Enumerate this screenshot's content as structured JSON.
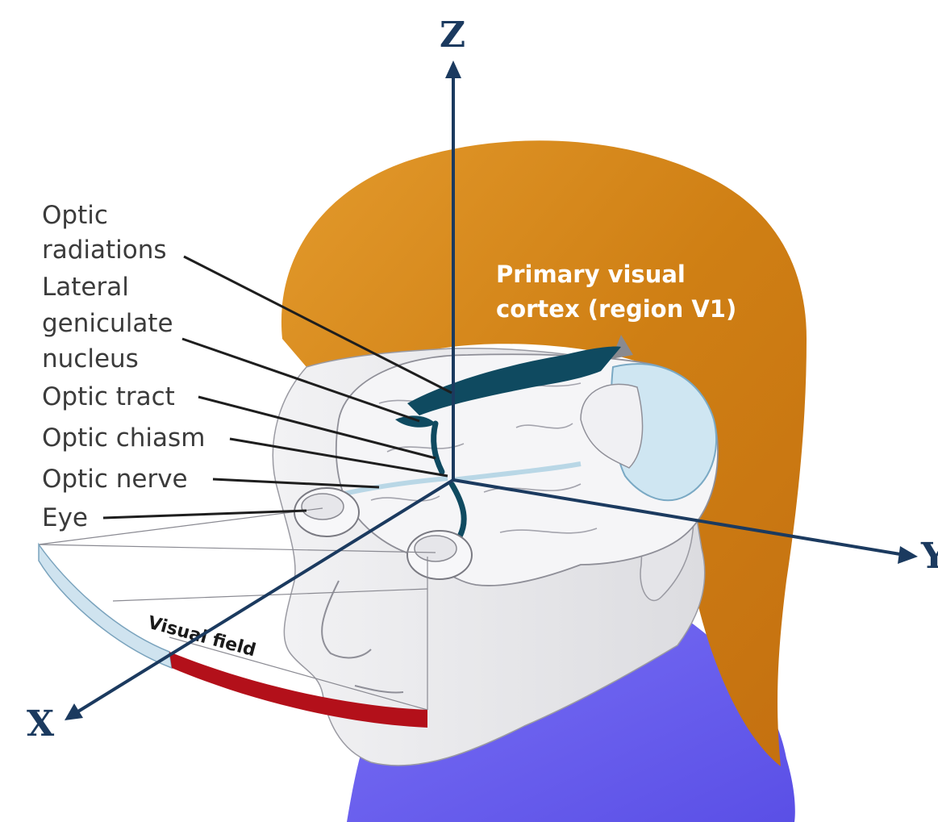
{
  "labels": {
    "optic_radiations": [
      "Optic",
      "radiations"
    ],
    "lateral_geniculate_nucleus": [
      "Lateral",
      "geniculate",
      "nucleus"
    ],
    "optic_tract": "Optic tract",
    "optic_chiasm": "Optic chiasm",
    "optic_nerve": "Optic nerve",
    "eye": "Eye",
    "primary_visual_cortex": [
      "Primary visual",
      "cortex (region V1)"
    ],
    "visual_field": "Visual field"
  },
  "axes": {
    "x": "X",
    "y": "Y",
    "z": "Z"
  },
  "colors": {
    "hair": "#d4861c",
    "shirt": "#6b5ff0",
    "skin": "#ececef",
    "brain": "#f4f4f6",
    "pathway": "#0f4a60",
    "visual_cortex_region": "#cfe6f2",
    "axis": "#1b3a5f",
    "visual_field_left": "#cfe3ef",
    "visual_field_right": "#b3101a"
  }
}
